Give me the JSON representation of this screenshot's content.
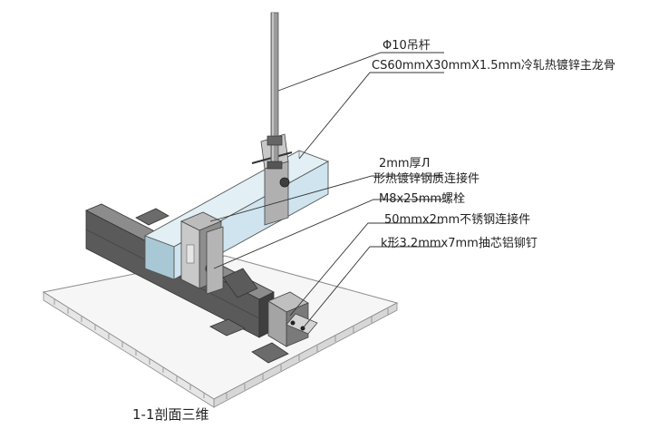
{
  "diagram": {
    "caption": "1-1剖面三维",
    "labels": {
      "rod": "Φ10吊杆",
      "main_keel": "CS60mmX30mmX1.5mm冷轧热镀锌主龙骨",
      "connector_line1": "2mm厚Л",
      "connector_line2": "形热镀锌钢质连接件",
      "bolt": "M8x25mm螺栓",
      "stainless_connector": "50mmx2mm不锈钢连接件",
      "rivet": "k形3.2mmx7mm抽芯铝铆钉"
    }
  },
  "colors": {
    "panel": "#f6f6f6",
    "panel_edge": "#8a8a8a",
    "keel_face": "#cfe4ee",
    "keel_side": "#a9c8d6",
    "steel_dark": "#4d4d4d",
    "steel_mid": "#777777",
    "steel_light": "#a8a8a8",
    "leader": "#333333"
  }
}
